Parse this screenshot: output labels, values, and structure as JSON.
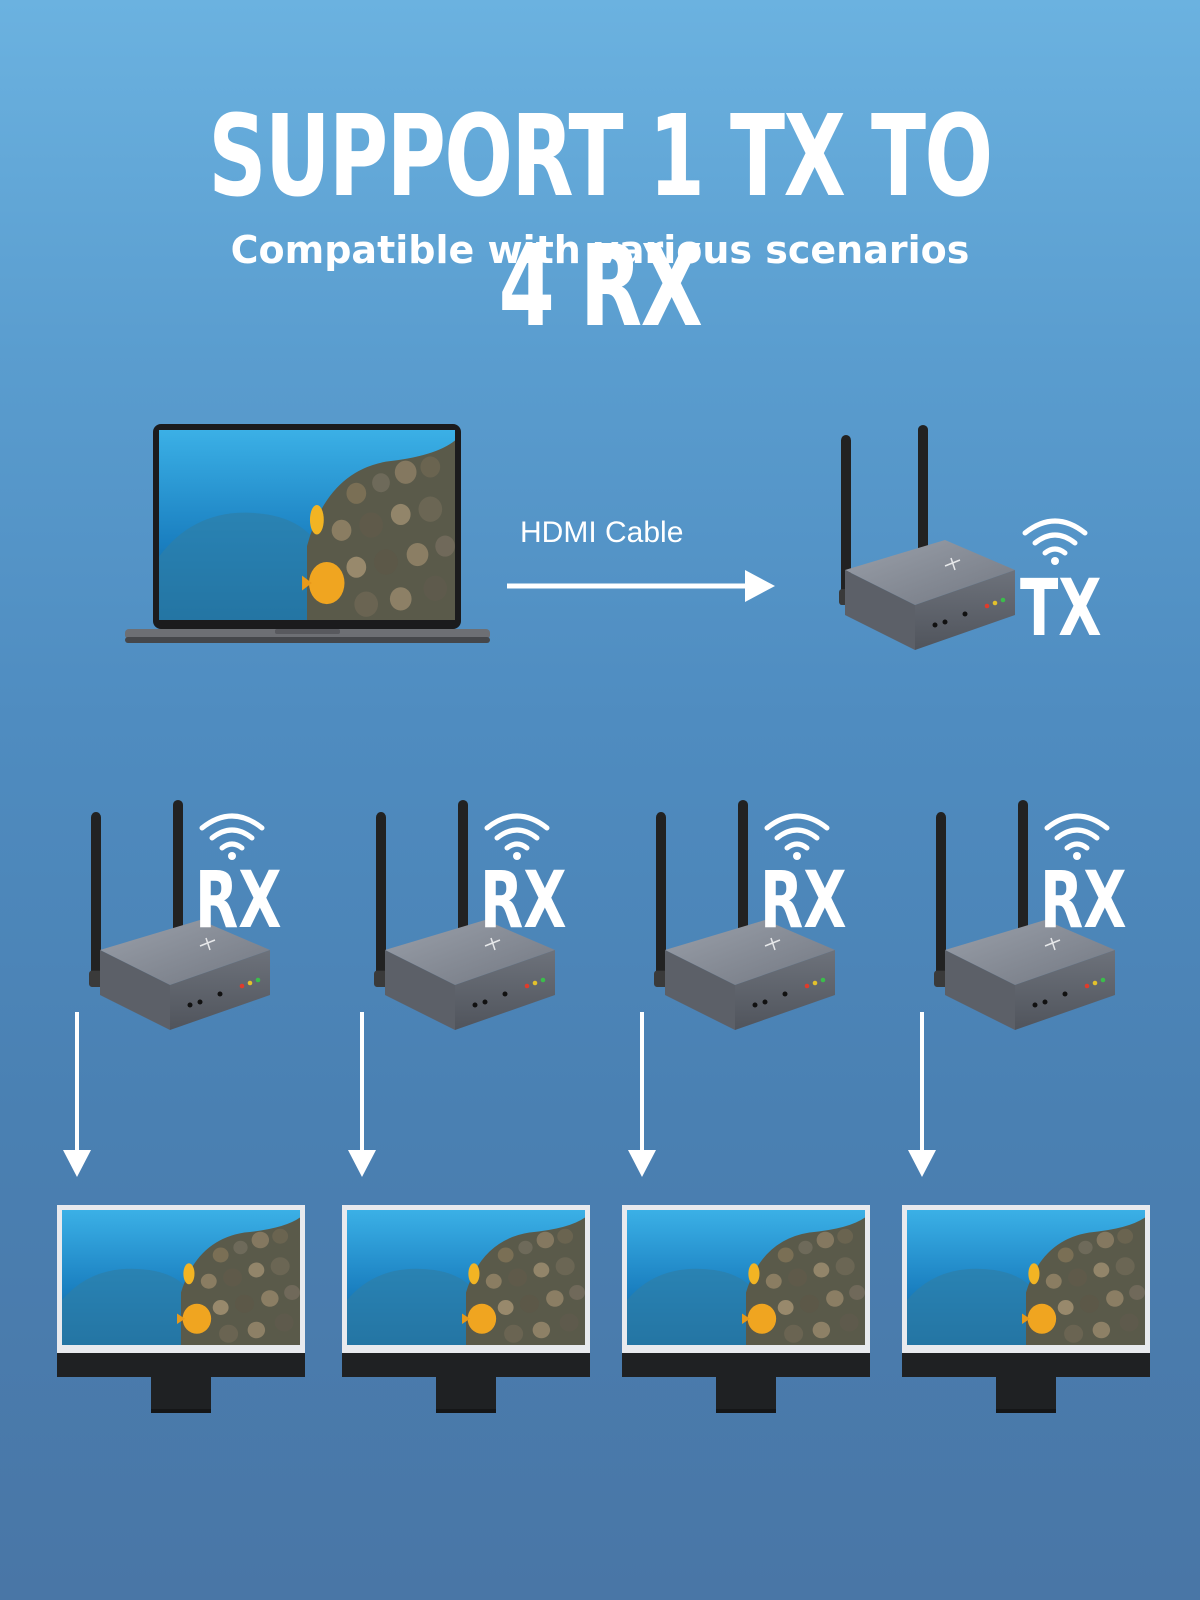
{
  "header": {
    "title": "SUPPORT 1 TX TO 4 RX",
    "subtitle": "Compatible with various scenarios"
  },
  "source": {
    "cable_label": "HDMI Cable",
    "device_icon": "laptop-icon"
  },
  "transmitter": {
    "label": "TX",
    "icon": "wifi-signal-icon"
  },
  "receivers": [
    {
      "label": "RX"
    },
    {
      "label": "RX"
    },
    {
      "label": "RX"
    },
    {
      "label": "RX"
    }
  ],
  "colors": {
    "accent": "#ffffff",
    "device_body": "#7b7f88",
    "antenna": "#1e1e1e",
    "screen_water": "#1d8fd0"
  }
}
